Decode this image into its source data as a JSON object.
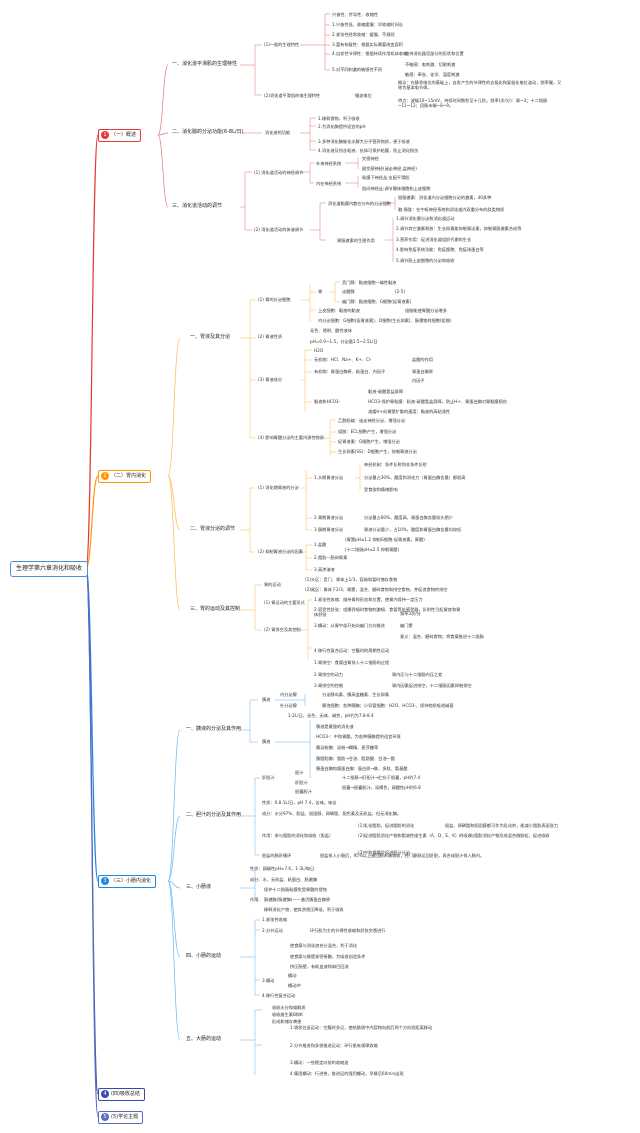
{
  "root": {
    "label": "生理学第六章消化和吸收"
  },
  "branches": [
    {
      "num": "1",
      "label": "（一）概述",
      "color": "#e53935"
    },
    {
      "num": "2",
      "label": "（二）胃内消化",
      "color": "#ff9800"
    },
    {
      "num": "3",
      "label": "（三）小肠内消化",
      "color": "#1e88e5"
    },
    {
      "num": "4",
      "label": "(四)吸收总结",
      "color": "#3949ab"
    },
    {
      "num": "5",
      "label": "(5)学论主题",
      "color": "#5c6bc0"
    }
  ],
  "section1": {
    "a": "一、消化道平滑肌的生理特性",
    "a1": "(1)一般的生理特性",
    "a1_items": [
      "兴奋性、传导性、收缩性",
      "1.兴奋性低，收缩缓慢：早收缩时间长",
      "2.紧张性经常收缩：缓慢，不规则",
      "3.富有伸展性：根据实际需要改变容积",
      "4.自发性节律性：根据持续作用机体收缩",
      "5.对不同刺激的敏感性不同"
    ],
    "a1_sub": [
      "维持消化器官部分的形状和位置",
      "不敏感：电刺激、切割刺激",
      "敏感：牵张、化学、温度刺激"
    ],
    "a2": "(2)消化道平滑肌的电生理特性",
    "a2_k": "慢波电位",
    "a2_items": [
      "概念：在静息电位的基础上，自发产生的节律性的去极化和复极化电位波动，频率慢，又称为基本电节律。",
      "特点：波幅10~15mV，持续时间数秒至十几秒。频率(次/分)：胃~3；十二指肠~11~12；回肠末端~8~9。"
    ],
    "b": "二、消化腺的分泌功能(6-8L/日)",
    "b1": "消化液的功能",
    "b1_items": [
      "1.稀释食物，利于吸收",
      "2.为消化酶提供适宜的pH",
      "3.多种消化酶催化水解大分子营养物质，便于吸收",
      "4.消化液及所含粘液、抗体可保护粘膜，防止消化损伤"
    ],
    "c": "三、消化道活动的调节",
    "c1": "(1) 消化道活动的神经调节",
    "c1_k1": "外来神经系统",
    "c1_k1_items": [
      "交感神经",
      "副交感神经(迷走神经,盆神经)"
    ],
    "c1_k2": "内在神经系统",
    "c1_k2_items": [
      "粘膜下神经丛:支配平滑肌",
      "肌间神经丛:调节腺体细胞和上皮细胞"
    ],
    "c2": "(2) 消化道活动的体液调节",
    "c2_k1": "消化道黏膜内散在分布的分泌细胞",
    "c2_k1_items": [
      "胆肠激素：消化道内分泌细胞分泌的激素，40多种",
      "脑-肠肽：在中枢神经系统和消化道内双重分布的肽类物质"
    ],
    "c2_k2": "胃肠激素的生理作用",
    "c2_k2_items": [
      "1.调节消化腺分泌和消化道运动",
      "2.调节其它激素释放：生长抑素能抑制胃泌素，抑制胃肠激素合成等",
      "3.营养作用：促进消化道组织代谢和生长",
      "4.影响免疫系统功能：免疫细胞、免疫球蛋白等",
      "5.调节肠上皮细胞的分泌和吸收"
    ]
  },
  "section2": {
    "a": "一、胃液及其分泌",
    "a1": "(1) 胃的分泌细胞",
    "a1_k": "胃",
    "a1_items": [
      "贲门腺：黏液细胞—碱性黏液",
      "泌酸腺",
      "幽门腺：黏液细胞、G细胞(促胃液素)",
      "上皮细胞：黏液的黏液",
      "内分泌细胞：G细胞(促胃液素)、D细胞(生长抑素)、肠嗜铬样细胞(组胺)"
    ],
    "a1_sub": [
      "(2-5)",
      "组胺能使胃酸分泌增多"
    ],
    "a2": "(2) 胃液性质",
    "a2_items": [
      "无色、透明、酸性液体",
      "pH=0.9~1.5，分泌量1.5~2.5L/日"
    ],
    "a3": "(3) 胃液成分",
    "a3_items": [
      "H2O",
      "无机物：HCl、Na+、K+、Cl-",
      "有机物：胃蛋白酶原、粘蛋白、内因子",
      "黏液和HCO3-"
    ],
    "a3_sub": [
      "盐酸的作用",
      "胃蛋白酶原",
      "内因子",
      "黏液-碳酸氢盐屏障",
      "HCO3-保护胃粘膜：粘液-碳酸氢盐屏障，防止H+、胃蛋白酶对胃黏膜损伤",
      "减缓H+向胃壁扩散的速度：黏液的高粘滞性"
    ],
    "a4": "(4) 影响胃酸分泌的主要内源性物质",
    "a4_items": [
      "乙酰胆碱：迷走神经分泌，增强分泌",
      "组胺：ECL细胞产生，增强分泌",
      "促胃液素：G细胞产生，增强分泌",
      "生长抑素(SS)：D细胞产生，抑制胃液分泌"
    ],
    "b": "二、胃液分泌的调节",
    "b1": "(1) 消化期胃液的分泌",
    "b1_items": [
      "1.头期胃液分泌",
      "2.胃期胃液分泌",
      "3.肠期胃液分泌"
    ],
    "b1_sub": [
      "神经机制：条件反射和非条件反射",
      "分泌量占30%，酸度和消化力（胃蛋白酶含量）都很高",
      "受食欲和情绪影响",
      "分泌量占60%，酸度高，胃蛋白酶含量较头期少",
      "胃液分泌量少，占10%，酸度和胃蛋白酶含量均较低"
    ],
    "b2": "(2) 抑制胃液分泌的因素",
    "b2_items": [
      "1.盐酸",
      "2.脂肪—肠抑胃素",
      "3.高渗溶液"
    ],
    "b2_sub": [
      "(胃窦pH≤1.2 抑制G细胞-促胃液素，胃酸)",
      "(十二指肠pH≤2.5 抑制胃酸)"
    ],
    "c": "三、胃的运动及其控制",
    "c_top": "胃的运动",
    "c_top_items": [
      "(1)头区：贲门、胃体上1/3，容纳和暂时储存食物",
      "(2)尾区：胃体下2/3、胃窦，混合、磨碎食物和排空食物，并促进食物的排空"
    ],
    "c1": "(1) 胃运动的主要形式",
    "c1_items": [
      "1.紧张性收缩：维持胃的形态和位置，使胃内保持一定压力",
      "2.容受性舒张：咀嚼吞咽时食物刺激咽、食管等处感受器，反射性引起胃底和胃体舒张",
      "3.蠕动：从胃中部开始向幽门方向推进",
      "4.移行性复合运动：空腹时的周期性运动"
    ],
    "c1_sub": [
      "频率3次/分",
      "幽门窦",
      "意义：混合、磨碎食物；将食糜推进十二指肠"
    ],
    "c2": "(2) 胃排空及其控制",
    "c2_items": [
      "1.胃排空：食糜由胃排入十二指肠的过程",
      "2.胃排空的动力",
      "3.胃排空的控制"
    ],
    "c2_sub": [
      "胃内压与十二指肠内压之差",
      "胃内因素促进排空，十二指肠因素抑制排空"
    ]
  },
  "section3": {
    "a": "一、胰液的分泌及其作用",
    "a_k1": "胰液",
    "a_k1_items": [
      "内分泌腺",
      "外分泌腺"
    ],
    "a_k1_sub": [
      "分泌胰岛素、胰高血糖素、生长抑素",
      "腺泡细胞：各种胰酶；小导管细胞：H2O、HCO3-，保持物质吸收碱基"
    ],
    "a_k2": "胰液",
    "a_k2_items": [
      "1-2L/日，无色、无味、碱性，pH约为7.8-8.4",
      "胰液是最强的消化液",
      "HCO3-：中和胃酸，为各种胰酶提供适宜环境",
      "胰淀粉酶：淀粉→糊精、麦芽糖等",
      "胰脂肪酶：脂肪→甘油、脂肪酸、甘油一酯",
      "胰蛋白酶和糜蛋白酶：蛋白质→胨、多肽、氨基酸"
    ],
    "b": "二、胆汁的分泌及其作用",
    "b_k1": "肝胆汁",
    "b_k1_items": [
      "胆汁",
      "肝胆汁",
      "胆囊胆汁"
    ],
    "b_k1_sub": [
      "十二指肠→肝胆汁→贮存于胆囊，pH约7.4",
      "胆囊→胆囊胆汁，深褐色，弱酸性pH约6.8"
    ],
    "b_items": [
      "性质：0.8-1L/日，pH 7.4，苦味，味苦",
      "成分：水分97%、胆盐、胆固醇、卵磷脂、胆色素及无机盐，但无消化酶。"
    ],
    "b_k2": "作用：参与脂肪的消化和吸收（胆盐）",
    "b_k2_items": [
      "(1)乳化脂肪，促进脂肪的消化",
      "(2)促进脂肪消化产物和脂溶性维生素（A、D、E、K）的吸收",
      "(3)中和胃酸及促进胆汁分泌"
    ],
    "b_k2_sub": [
      "胆盐、卵磷脂和胆固醇都可作为乳化剂，能减小脂肪表面张力",
      "与脂肪消化产物形成混合微胶粒，促进吸收"
    ],
    "b_k3": "胆盐的肠肝循环",
    "b_k3_item": "胆盐排入小肠后，95%以上被回肠末端吸收，经门静脉运回肝脏，再合成胆汁排入肠内。",
    "c": "三、小肠液",
    "c_items": [
      "性质：弱碱性pH≈7.6，1-3L/每日",
      "成分：水、无机盐、粘蛋白、肠激酶"
    ],
    "c_k": "作用",
    "c_k_items": [
      "保护十二指肠粘膜免受胃酸的侵蚀",
      "肠激酶(肠激酶)——激活胰蛋白酶原",
      "稀释消化产物，使其渗透压降低，利于吸收"
    ],
    "d": "四、小肠的运动",
    "d_items": [
      "1.紧张性收缩",
      "2.分节运动",
      "3.蠕动",
      "4.移行性复合运动"
    ],
    "d_sub": [
      "环行肌为主的节律性收缩和舒张交替进行",
      "使食糜与消化液充分混合，利于消化",
      "使食糜与肠壁紧密接触，为吸收创造条件",
      "挤压肠壁，有助血液和淋巴回流",
      "蠕动",
      "蠕动冲"
    ],
    "e": "五、大肠的运动",
    "e_k1_items": [
      "吸收水分和电解质",
      "吸收维生素B和K",
      "形成和储存粪便"
    ],
    "e_k2_items": [
      "1.袋状往返运动：空腹时多见，使结肠袋中内容物向前后两个方向短距离移动",
      "2.分节推进和多袋推进运动：环行肌有规律收缩",
      "3.蠕动：一些稳定向前的收缩波",
      "4.集团蠕动：行进快，推进远的强烈蠕动，早餐后60min出现"
    ]
  }
}
